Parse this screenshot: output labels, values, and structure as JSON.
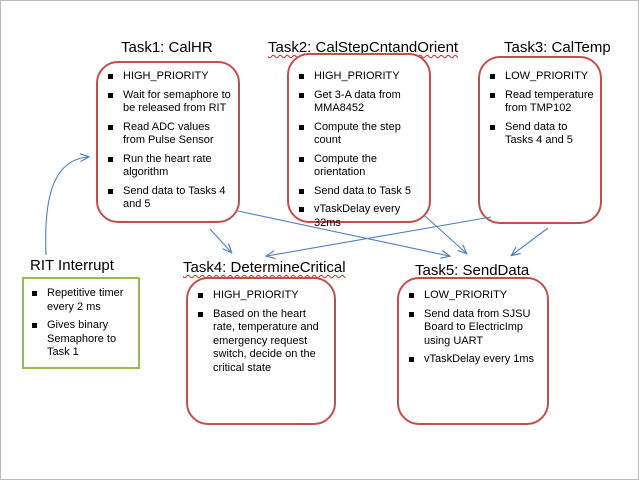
{
  "tasks": [
    {
      "title": "Task1: CalHR",
      "items": [
        "HIGH_PRIORITY",
        "Wait for semaphore to be released from RIT",
        "Read ADC values from Pulse Sensor",
        "Run the heart rate algorithm",
        "Send data to Tasks 4 and 5"
      ]
    },
    {
      "title": "Task2: CalStepCntandOrient",
      "items": [
        "HIGH_PRIORITY",
        "Get 3-A data from MMA8452",
        "Compute the step count",
        "Compute the orientation",
        "Send data to Task 5",
        "vTaskDelay every 32ms"
      ]
    },
    {
      "title": "Task3: CalTemp",
      "items": [
        "LOW_PRIORITY",
        "Read temperature from TMP102",
        "Send data to Tasks 4 and 5"
      ]
    },
    {
      "title": "Task4: DetermineCritical",
      "items": [
        "HIGH_PRIORITY",
        "Based on the heart rate,  temperature and emergency request switch, decide on the critical state"
      ]
    },
    {
      "title": "Task5: SendData",
      "items": [
        "LOW_PRIORITY",
        "Send data from SJSU Board to ElectricImp using UART",
        "vTaskDelay every 1ms"
      ]
    }
  ],
  "rit": {
    "title": "RIT Interrupt",
    "items": [
      "Repetitive timer every 2 ms",
      "Gives binary Semaphore  to Task 1"
    ]
  },
  "colors": {
    "task_border": "#c0504d",
    "rit_border": "#92c050",
    "arrow": "#4f81bd"
  }
}
